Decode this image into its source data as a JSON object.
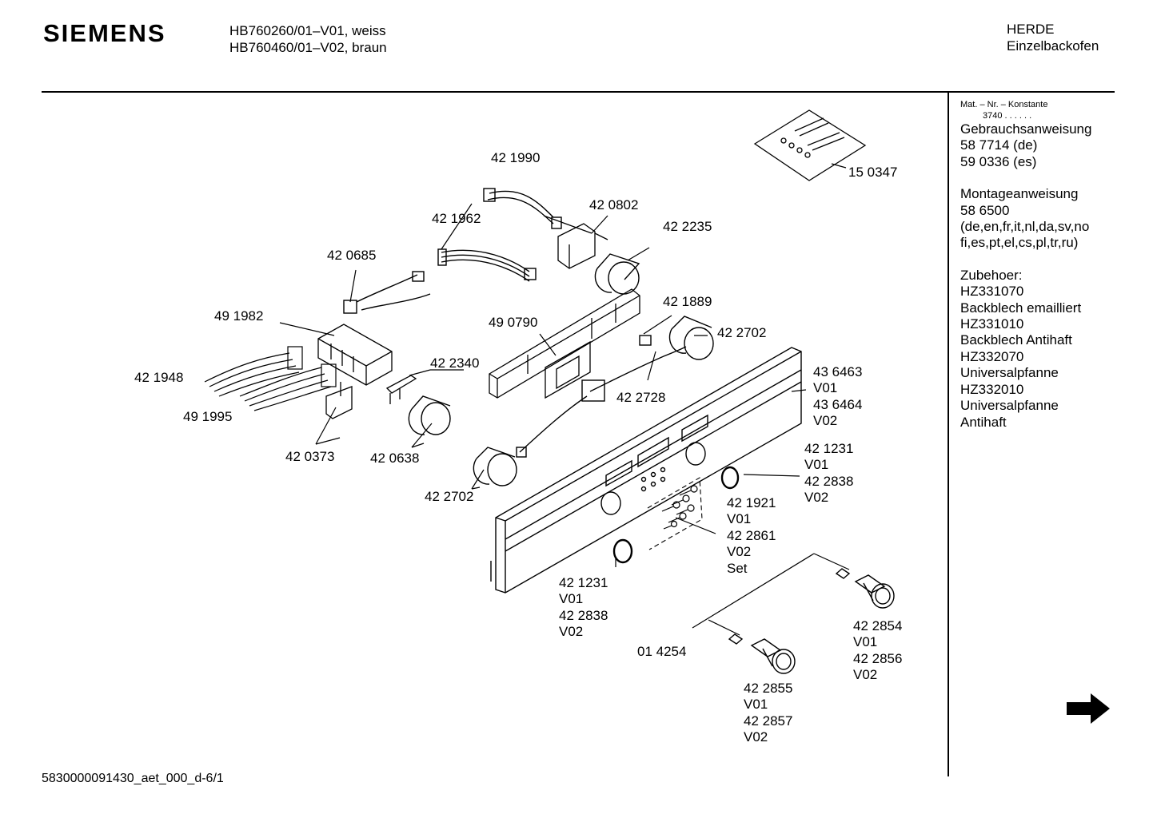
{
  "header": {
    "brand": "SIEMENS",
    "models": [
      "HB760260/01–V01, weiss",
      "HB760460/01–V02, braun"
    ],
    "category": [
      "HERDE",
      "Einzelbackofen"
    ]
  },
  "sidebar": {
    "mat_nr_label": "Mat. – Nr. – Konstante",
    "mat_nr_value": "3740 . . . . . .",
    "manual_title": "Gebrauchsanweisung",
    "manual_items": [
      "58 7714 (de)",
      "59 0336 (es)"
    ],
    "install_title": "Montageanweisung",
    "install_items": [
      "58 6500",
      "(de,en,fr,it,nl,da,sv,no",
      "fi,es,pt,el,cs,pl,tr,ru)"
    ],
    "accessory_title": "Zubehoer:",
    "accessory_items": [
      "HZ331070",
      "Backblech emailliert",
      "HZ331010",
      "Backblech Antihaft",
      "HZ332070",
      "Universalpfanne",
      "HZ332010",
      "Universalpfanne",
      "Antihaft"
    ]
  },
  "parts": {
    "p421990": "42 1990",
    "p420802": "42 0802",
    "p421962": "42 1962",
    "p422235": "42 2235",
    "p420685": "42 0685",
    "p491982": "49 1982",
    "p490790": "49 0790",
    "p421889": "42 1889",
    "p422702a": "42 2702",
    "p422340": "42 2340",
    "p421948": "42 1948",
    "p491995": "49 1995",
    "p422728": "42 2728",
    "p420373": "42 0373",
    "p420638": "42 0638",
    "p422702b": "42 2702",
    "p150347": "15 0347",
    "p014254": "01 4254",
    "panel": [
      "43 6463",
      "V01",
      "43 6464",
      "V02"
    ],
    "ring_right": [
      "42 1231",
      "V01",
      "42 2838",
      "V02"
    ],
    "screws": [
      "42 1921",
      "V01",
      "42 2861",
      "V02",
      "Set"
    ],
    "ring_left": [
      "42 1231",
      "V01",
      "42 2838",
      "V02"
    ],
    "knob_right": [
      "42 2854",
      "V01",
      "42 2856",
      "V02"
    ],
    "knob_left": [
      "42 2855",
      "V01",
      "42 2857",
      "V02"
    ]
  },
  "footer": {
    "doc_id": "5830000091430_aet_000_d-6/1"
  },
  "icons": {
    "next": "arrow-right-icon"
  }
}
